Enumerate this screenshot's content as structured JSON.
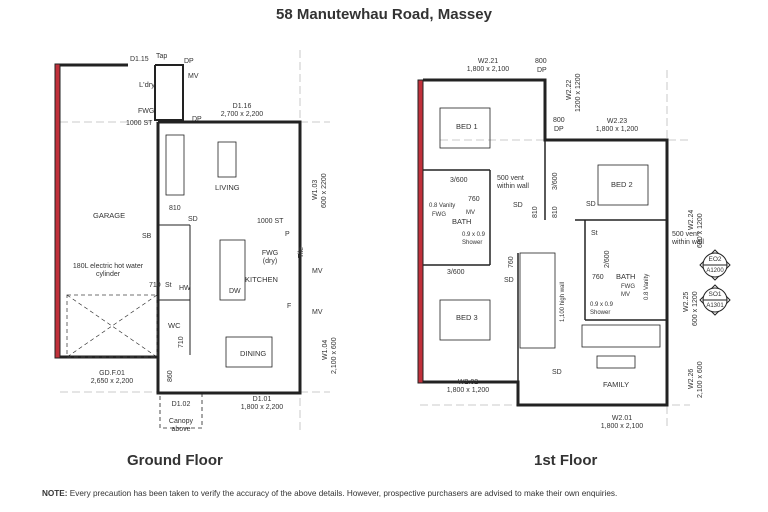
{
  "title": "58 Manutewhau Road, Massey",
  "ground_floor": {
    "label": "Ground Floor",
    "rooms": {
      "garage": "GARAGE",
      "laundry": "L'dry",
      "living": "LIVING",
      "kitchen": "KITCHEN",
      "dining": "DINING",
      "wc": "WC"
    },
    "annotations": {
      "d115": "D1.15",
      "tap": "Tap",
      "dp1": "DP",
      "mv1": "MV",
      "fwg": "FWG",
      "st1000a": "1000 ST",
      "dp2": "DP",
      "d116": "D1.16",
      "d116_size": "2,700 x 2,200",
      "w103": "W1.03",
      "w103_size": "600 x 2200",
      "d810": "810",
      "sd": "SD",
      "st1000b": "1000 ST",
      "sb": "SB",
      "p": "P",
      "fwg_dry": "FWG (dry)",
      "hwc": "180L electric hot water cylinder",
      "d710a": "710",
      "st": "St",
      "hw": "HW",
      "dw": "DW",
      "mv2": "MV",
      "f": "F",
      "mv3": "MV",
      "d710b": "710",
      "gdf": "GD.F.01",
      "gdf_size": "2,650 x 2,200",
      "w104": "W1.04",
      "w104_size": "2,100 x 600",
      "d860": "860",
      "d102": "D1.02",
      "canopy": "Canopy above",
      "d101": "D1.01",
      "d101_size": "1,800 x 2,200",
      "tile": "Tile"
    }
  },
  "first_floor": {
    "label": "1st Floor",
    "rooms": {
      "bed1": "BED 1",
      "bed2": "BED 2",
      "bed3": "BED 3",
      "bath1": "BATH",
      "bath2": "BATH",
      "family": "FAMILY"
    },
    "annotations": {
      "w221": "W2.21",
      "w221_size": "1,800 x 2,100",
      "dp800a": "800",
      "dp_a": "DP",
      "w222": "W2.22",
      "w222_size": "1200 x 1200",
      "dp800b": "800",
      "dp_b": "DP",
      "w223": "W2.23",
      "w223_size": "1,800 x 1,200",
      "robe1": "3/600",
      "robe2": "3/600",
      "vent1": "500 vent within wall",
      "vent2": "500 vent within wall",
      "vanity1": "0.8 Vanity",
      "fwg1": "FWG",
      "mv1": "MV",
      "d760a": "760",
      "sd1": "SD",
      "d810a": "810",
      "d810b": "810",
      "sd2": "SD",
      "shower1": "0.9 x 0.9 Shower",
      "st": "St",
      "robe3": "2/600",
      "w224": "W2.24",
      "w224_size": "600 x 1200",
      "robe4": "3/600",
      "d760b": "760",
      "sd3": "SD",
      "d760c": "760",
      "high_wall": "1,100 high wall",
      "fwg2": "FWG",
      "mv2": "MV",
      "vanity2": "0.8 Vanity",
      "shower2": "0.9 x 0.9 Shower",
      "w225": "W2.25",
      "w225_size": "600 x 1200",
      "sd4": "SD",
      "w202": "W2.02",
      "w202_size": "1,800 x 1,200",
      "w226": "W2.26",
      "w226_size": "2,100 x 600",
      "w201": "W2.01",
      "w201_size": "1,800 x 2,100"
    },
    "markers": [
      {
        "top": "EO2",
        "bottom": "A1200"
      },
      {
        "top": "SO1",
        "bottom": "A1301"
      }
    ]
  },
  "note": {
    "label": "NOTE:",
    "text": " Every precaution has been taken to verify the accuracy of the above details. However, prospective purchasers are advised to make their own enquiries."
  },
  "colors": {
    "wall": "#222222",
    "brick": "#c0303a",
    "text": "#333333"
  }
}
